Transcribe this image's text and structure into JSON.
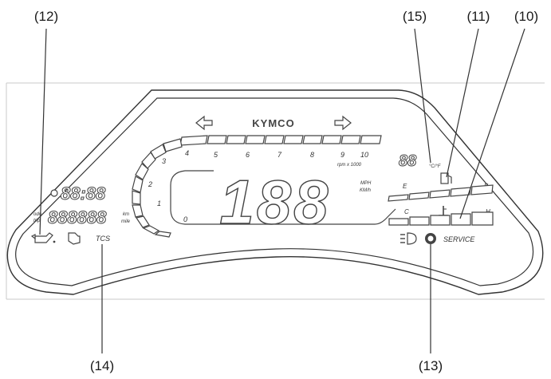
{
  "callouts": {
    "c12": "(12)",
    "c15": "(15)",
    "c11": "(11)",
    "c10": "(10)",
    "c14": "(14)",
    "c13": "(13)"
  },
  "dash": {
    "brand": "KYMCO",
    "rpm_unit": "rpm x 1000",
    "rpm_ticks": [
      "0",
      "1",
      "2",
      "3",
      "4",
      "5",
      "6",
      "7",
      "8",
      "9",
      "10"
    ],
    "clock": "88:88",
    "odometer": "888888",
    "odo_unit_top": "km",
    "odo_unit_bottom": "mile",
    "odo_label_top": "odo",
    "odo_label_bottom": "trip",
    "speed": "188",
    "speed_unit_top": "MPH",
    "speed_unit_bottom": "KM/h",
    "small_digits": "88",
    "small_digits_unit": "°C/°F",
    "fuel_e": "E",
    "fuel_f": "F",
    "temp_c": "C",
    "temp_h": "H",
    "tcs": "TCS",
    "service": "SERVICE"
  }
}
